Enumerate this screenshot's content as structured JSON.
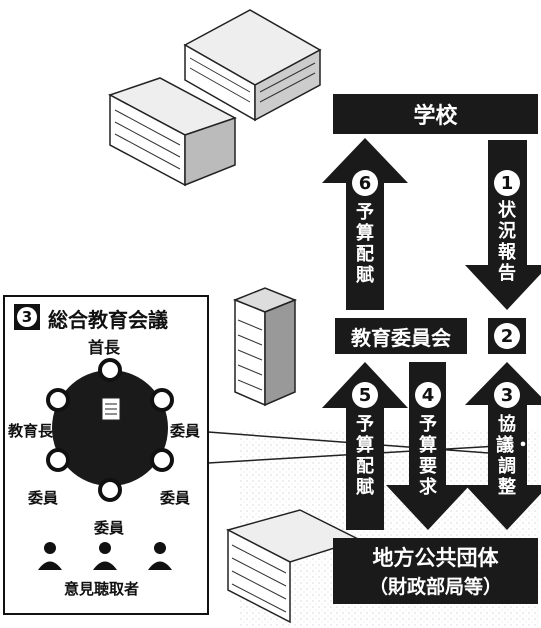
{
  "nodes": {
    "school": "学校",
    "board": "教育委員会",
    "board_num": "2",
    "local_gov_line1": "地方公共団体",
    "local_gov_line2": "（財政部局等）"
  },
  "arrows": {
    "a1": {
      "num": "1",
      "text": "状況報告"
    },
    "a3": {
      "num": "3",
      "text": "協議・調整"
    },
    "a4": {
      "num": "4",
      "text": "予算要求"
    },
    "a5": {
      "num": "5",
      "text": "予算配賦"
    },
    "a6": {
      "num": "6",
      "text": "予算配賦"
    }
  },
  "council": {
    "num": "3",
    "title": "総合教育会議",
    "head": "首長",
    "edu_chief": "教育長",
    "member_right_top": "委員",
    "member_left_bottom": "委員",
    "member_right_bottom": "委員",
    "member_bottom": "委員",
    "hearing": "意見聴取者"
  },
  "colors": {
    "dark": "#1a1a1a",
    "white": "#ffffff"
  }
}
